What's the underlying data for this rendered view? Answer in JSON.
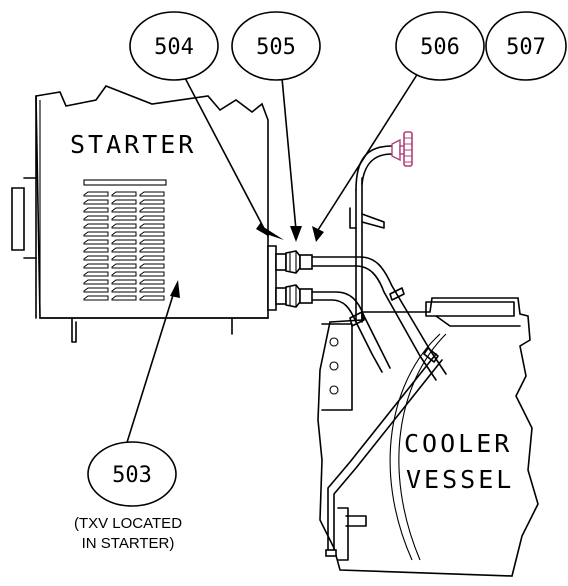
{
  "labels": {
    "starter": "STARTER",
    "cooler_line1": "COOLER",
    "cooler_line2": "VESSEL",
    "note_line1": "(TXV LOCATED",
    "note_line2": "IN STARTER)"
  },
  "callouts": [
    {
      "id": "504",
      "label": "504"
    },
    {
      "id": "505",
      "label": "505"
    },
    {
      "id": "506",
      "label": "506"
    },
    {
      "id": "507",
      "label": "507"
    },
    {
      "id": "503",
      "label": "503"
    }
  ],
  "colors": {
    "valve_handle": "#b0407a",
    "line": "#000000"
  }
}
